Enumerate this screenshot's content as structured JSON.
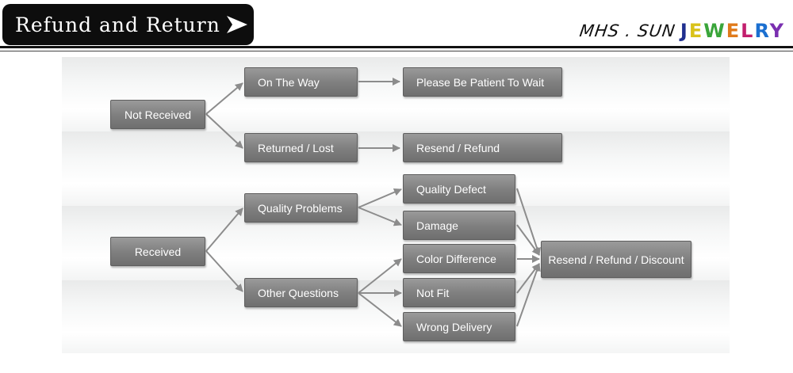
{
  "header": {
    "title": "Refund and Return",
    "brand_script": "MHS . SUN",
    "brand_word": [
      {
        "ch": "J",
        "color": "#1f2f8f"
      },
      {
        "ch": "E",
        "color": "#d9c21a"
      },
      {
        "ch": "W",
        "color": "#3aa53a"
      },
      {
        "ch": "E",
        "color": "#e07a1b"
      },
      {
        "ch": "L",
        "color": "#c21f6e"
      },
      {
        "ch": "R",
        "color": "#1b6fd0"
      },
      {
        "ch": "Y",
        "color": "#7a2fb0"
      }
    ]
  },
  "flow": {
    "not_received": "Not Received",
    "on_the_way": "On The Way",
    "patient": "Please Be Patient To Wait",
    "returned_lost": "Returned / Lost",
    "resend_refund": "Resend / Refund",
    "received": "Received",
    "quality_problems": "Quality Problems",
    "quality_defect": "Quality Defect",
    "damage": "Damage",
    "other_questions": "Other Questions",
    "color_difference": "Color Difference",
    "not_fit": "Not Fit",
    "wrong_delivery": "Wrong Delivery",
    "final": "Resend / Refund / Discount"
  },
  "colors": {
    "node": "#7f7f7f",
    "arrow": "#8c8c8c"
  }
}
